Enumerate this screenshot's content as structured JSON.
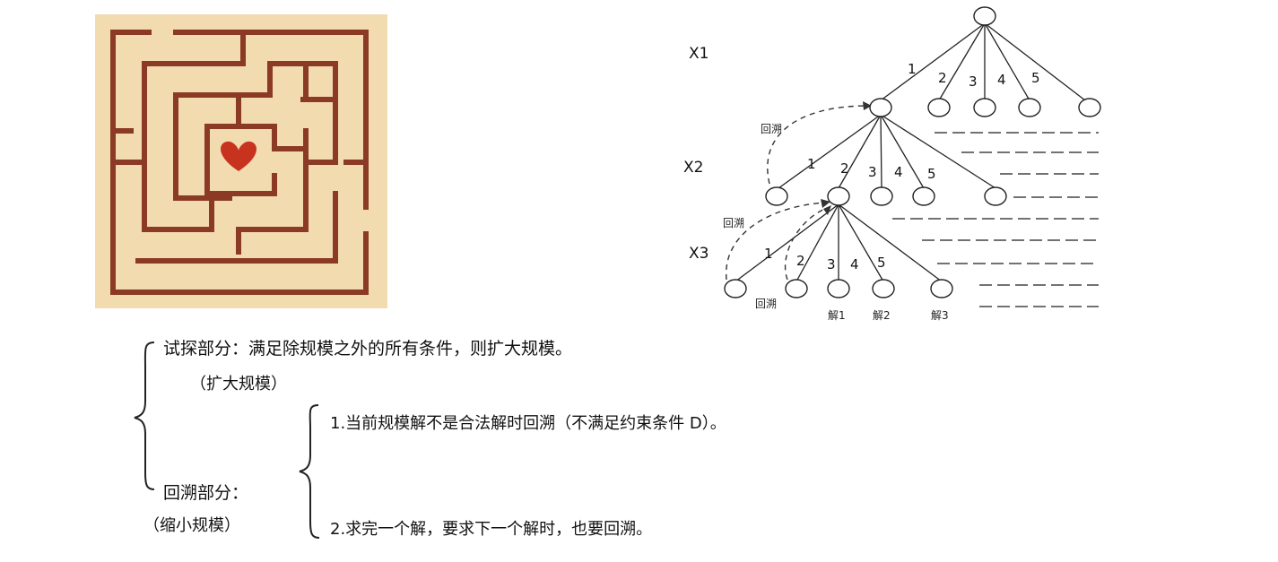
{
  "maze": {
    "bg_color": "#f3dbb0",
    "wall_color": "#8a3a25",
    "heart_color": "#c8331f",
    "icon": "heart-icon"
  },
  "tree": {
    "level_labels": [
      "X1",
      "X2",
      "X3"
    ],
    "root_edge_labels": [
      "1",
      "2",
      "3",
      "4",
      "5"
    ],
    "x2_edge_labels": [
      "1",
      "2",
      "3",
      "4",
      "5"
    ],
    "x3_edge_labels": [
      "1",
      "2",
      "3",
      "4",
      "5"
    ],
    "backtrack_label": "回溯",
    "solution_labels": [
      "解1",
      "解2",
      "解3"
    ]
  },
  "notes": {
    "probe_line": "试探部分：满足除规模之外的所有条件，则扩大规模。",
    "probe_sub": "（扩大规模）",
    "backtrack_title": "回溯部分：",
    "backtrack_sub": "（缩小规模）",
    "case1": "1.当前规模解不是合法解时回溯（不满足约束条件 D）。",
    "case2": "2.求完一个解，要求下一个解时，也要回溯。"
  }
}
